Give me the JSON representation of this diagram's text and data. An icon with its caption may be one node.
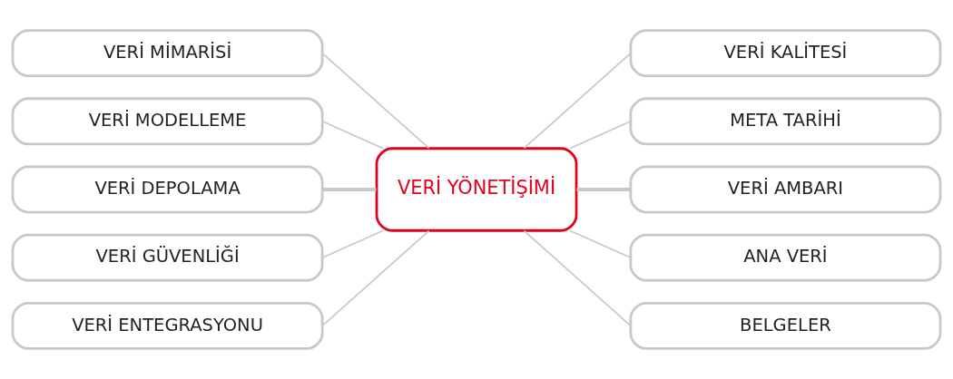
{
  "diagram": {
    "nodes": [
      {
        "text": [
          "VERİ MİMARİSİ"
        ]
      },
      {
        "text": [
          "VERİ MODELLEME"
        ]
      },
      {
        "text": [
          "VERİ DEPOLAMA"
        ]
      },
      {
        "text": [
          "VERİ GÜVENLİĞİ"
        ]
      },
      {
        "text": [
          "VERİ ENTEGRASYONU"
        ]
      },
      {
        "text": [
          "VERİ YÖNETİŞİMİ"
        ]
      },
      {
        "text": [
          "VERİ KALİTESİ"
        ]
      },
      {
        "text": [
          "META TARİHİ"
        ]
      },
      {
        "text": [
          "VERİ AMBARI"
        ]
      },
      {
        "text": [
          "ANA VERİ"
        ]
      },
      {
        "text": [
          "BELGELER"
        ]
      }
    ],
    "edges": [
      {
        "from": 0,
        "to": 5,
        "arrow": "none"
      },
      {
        "from": 1,
        "to": 5,
        "arrow": "none"
      },
      {
        "from": 2,
        "to": 5,
        "arrow": "none",
        "style": "thick"
      },
      {
        "from": 3,
        "to": 5,
        "arrow": "none"
      },
      {
        "from": 4,
        "to": 5,
        "arrow": "none"
      },
      {
        "from": 5,
        "to": 6,
        "arrow": "none"
      },
      {
        "from": 5,
        "to": 7,
        "arrow": "none"
      },
      {
        "from": 5,
        "to": 8,
        "arrow": "none",
        "style": "thick"
      },
      {
        "from": 5,
        "to": 9,
        "arrow": "none"
      },
      {
        "from": 5,
        "to": 10,
        "arrow": "none"
      }
    ]
  }
}
